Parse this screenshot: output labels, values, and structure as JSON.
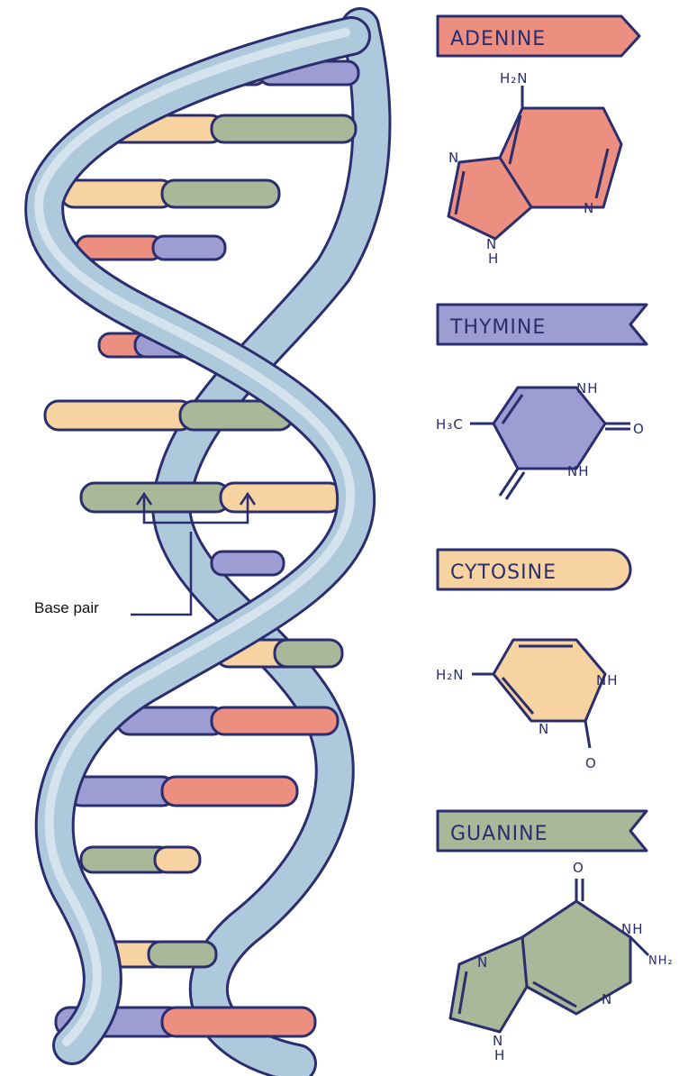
{
  "caption": "Base pair",
  "bases": {
    "adenine": {
      "label": "ADENINE",
      "color": "#ec8f80"
    },
    "thymine": {
      "label": "THYMINE",
      "color": "#9d9cd3"
    },
    "cytosine": {
      "label": "CYTOSINE",
      "color": "#f6d3a0"
    },
    "guanine": {
      "label": "GUANINE",
      "color": "#a8b898"
    }
  },
  "atoms": {
    "adenine": {
      "amine": "H₂N",
      "n1": "N",
      "n2": "N",
      "nh_n": "N",
      "nh_h": "H"
    },
    "thymine": {
      "methyl": "H₃C",
      "nh1": "NH",
      "nh2": "NH",
      "o": "O"
    },
    "cytosine": {
      "amine": "H₂N",
      "nh": "NH",
      "n": "N",
      "o": "O"
    },
    "guanine": {
      "o": "O",
      "nh": "NH",
      "nh2": "NH₂",
      "n1": "N",
      "n2": "N",
      "nh_n": "N",
      "nh_h": "H"
    }
  },
  "colors": {
    "outline": "#2a2d6e",
    "backbone": "#aec8dc",
    "backbone_shadow": "#7f9fba"
  }
}
